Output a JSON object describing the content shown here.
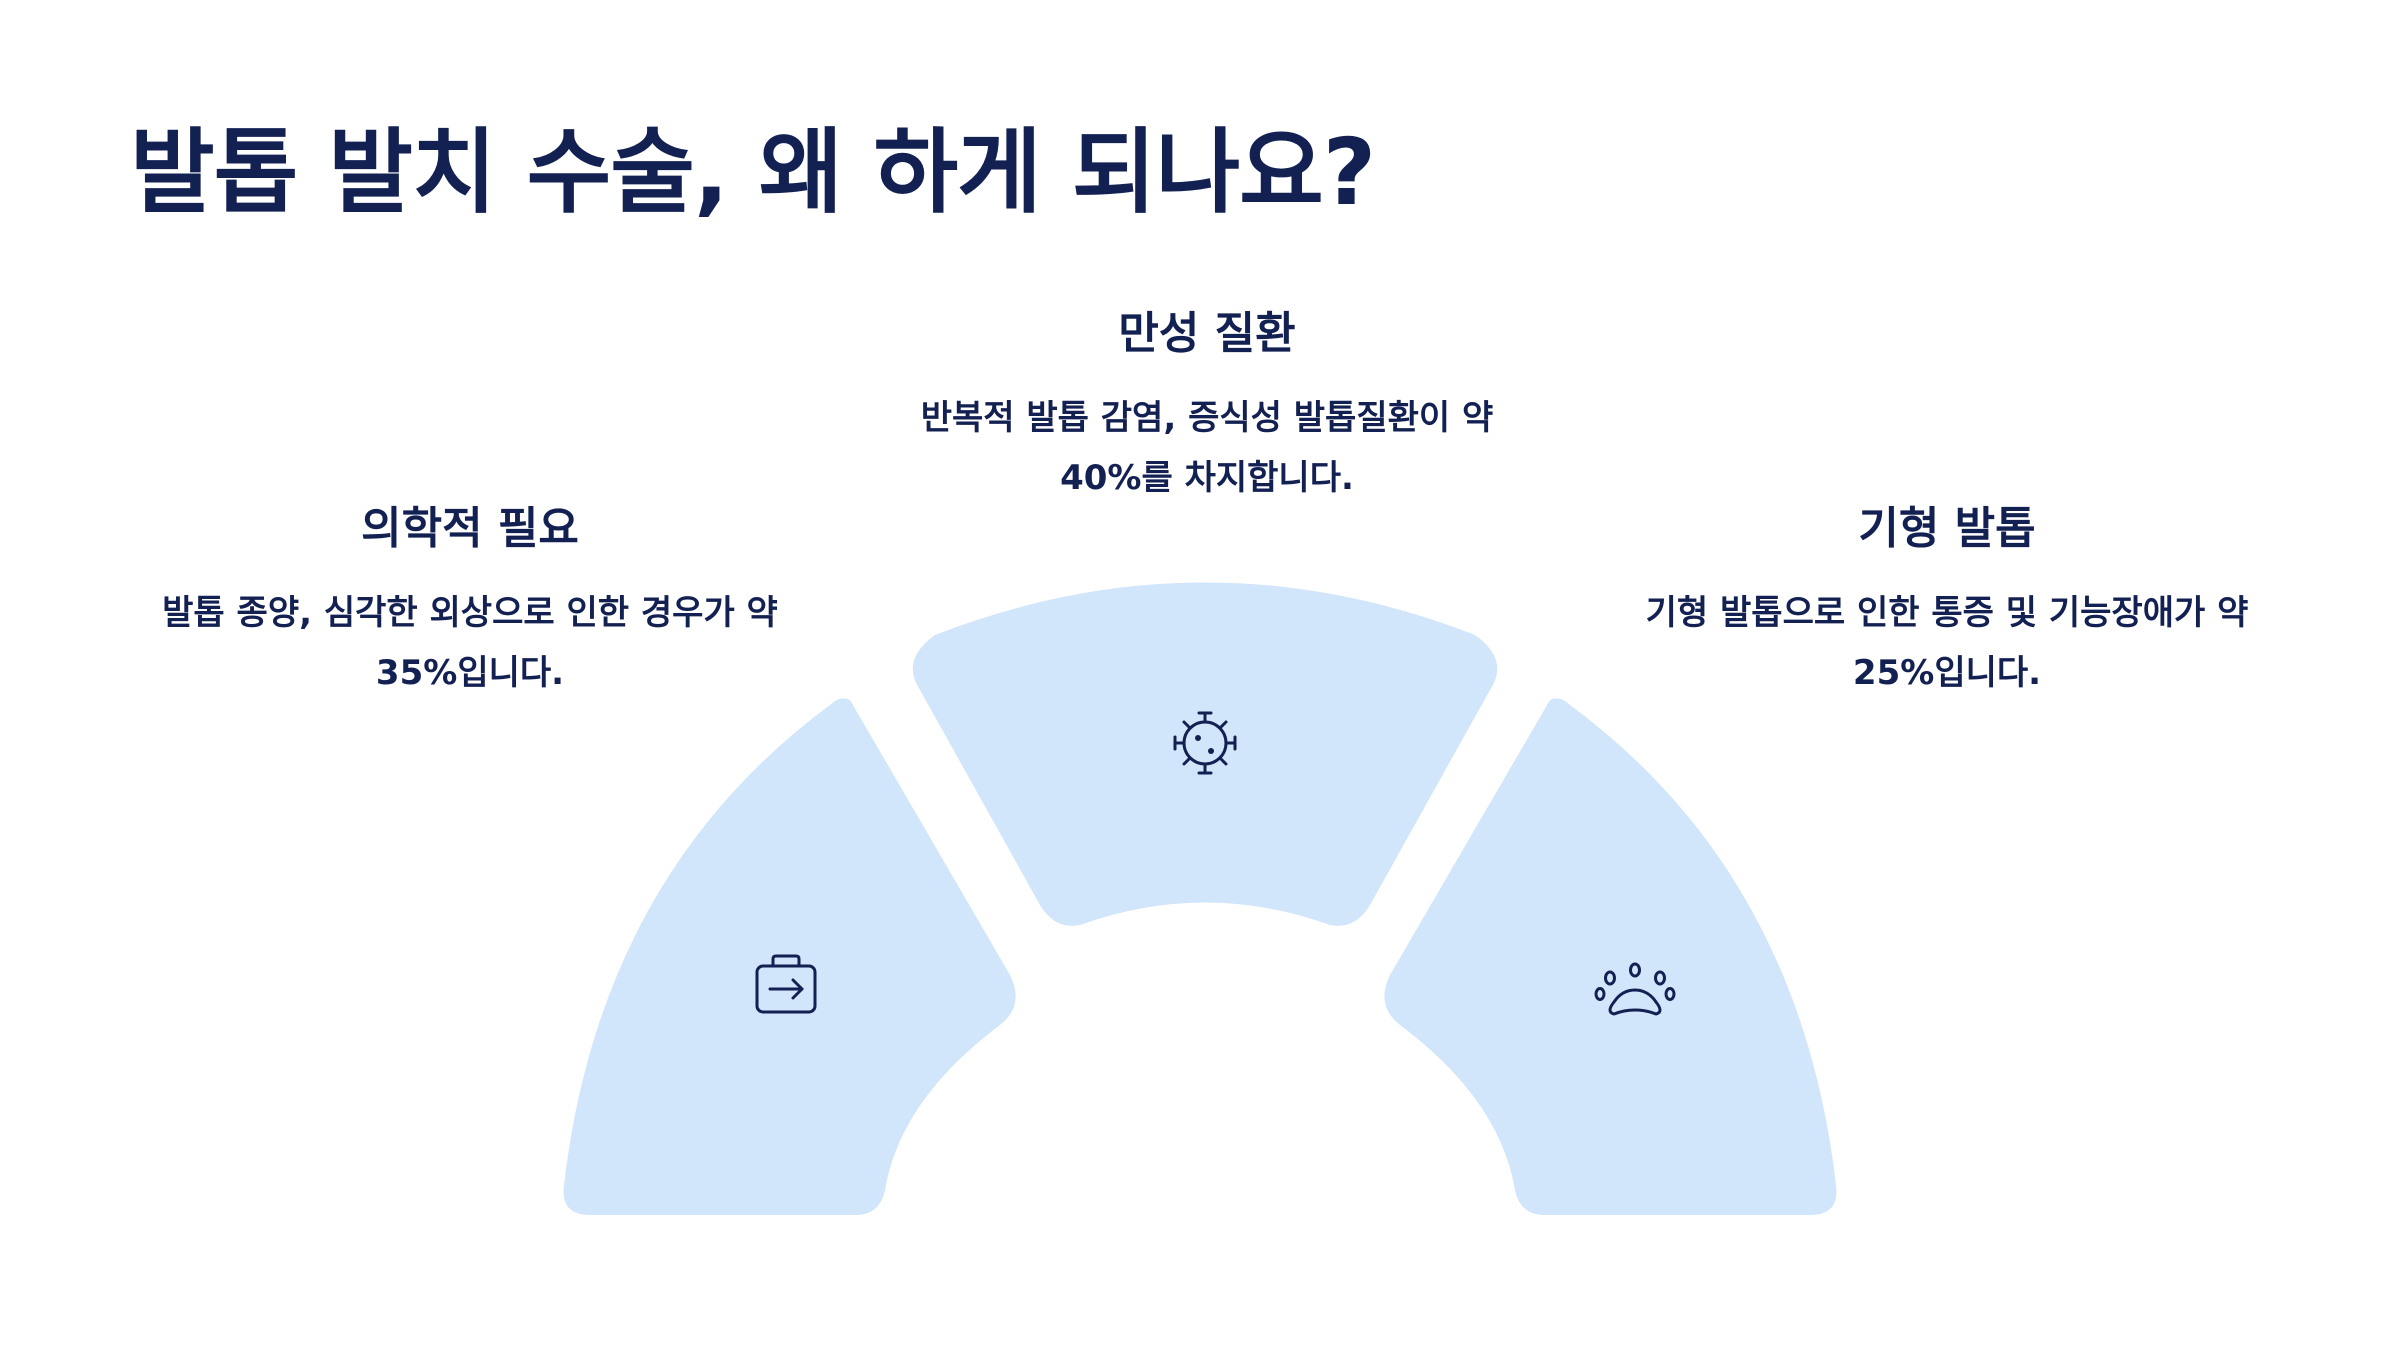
{
  "title": "발톱 발치 수술, 왜 하게 되나요?",
  "colors": {
    "text": "#132052",
    "segment": "#d1e5fb",
    "background": "#ffffff"
  },
  "segments": [
    {
      "id": "left",
      "heading": "의학적 필요",
      "description": "발톱 종양, 심각한 외상으로 인한 경우가 약",
      "percent": "35%",
      "suffix": "입니다.",
      "share": 35,
      "icon": "briefcase-arrow-icon"
    },
    {
      "id": "center",
      "heading": "만성 질환",
      "description": "반복적 발톱 감염, 증식성 발톱질환이 약",
      "percent": "40%",
      "suffix": "를 차지합니다.",
      "share": 40,
      "icon": "virus-icon"
    },
    {
      "id": "right",
      "heading": "기형 발톱",
      "description": "기형 발톱으로 인한 통증 및 기능장애가 약",
      "percent": "25%",
      "suffix": "입니다.",
      "share": 25,
      "icon": "paw-icon"
    }
  ]
}
